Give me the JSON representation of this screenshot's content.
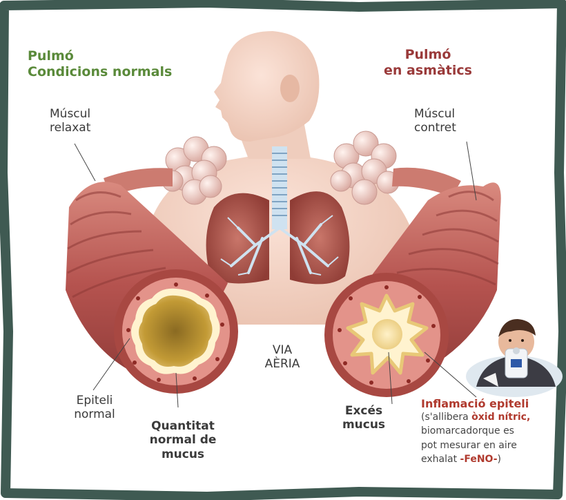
{
  "left": {
    "title_line1": "Pulmó",
    "title_line2": "Condicions normals",
    "muscle_line1": "Múscul",
    "muscle_line2": "relaxat",
    "epithelium_line1": "Epiteli",
    "epithelium_line2": "normal",
    "mucus_line1": "Quantitat",
    "mucus_line2": "normal de",
    "mucus_line3": "mucus"
  },
  "right": {
    "title_line1": "Pulmó",
    "title_line2": "en  asmàtics",
    "muscle_line1": "Múscul",
    "muscle_line2": "contret",
    "excess_line1": "Excés",
    "excess_line2": "mucus",
    "inflammation_title": "Inflamació epiteli",
    "note_open": "(s'allibera ",
    "note_highlight": "òxid nítric,",
    "note_line2": "biomarcadorque es",
    "note_line3": "pot mesurar en aire",
    "note_line4_pre": "exhalat ",
    "note_line4_bold": "-FeNO-",
    "note_line4_post": ")"
  },
  "center": {
    "airway_line1": "VIA",
    "airway_line2": "AÈRIA"
  },
  "colors": {
    "frame": "#3f5a52",
    "green_title": "#5a8a3a",
    "maroon_title": "#9a3a3a",
    "airway": "#b5534f",
    "mucus": "#c9a238"
  }
}
